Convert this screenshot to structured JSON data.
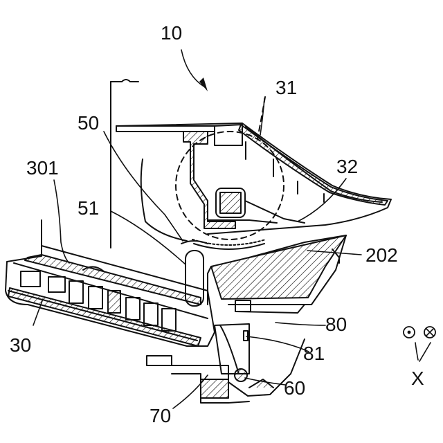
{
  "labels": {
    "l10": "10",
    "l31": "31",
    "l50": "50",
    "l301": "301",
    "l32": "32",
    "l51": "51",
    "l202": "202",
    "l80": "80",
    "l30": "30",
    "l81": "81",
    "l60": "60",
    "l70": "70",
    "lX": "X"
  },
  "colors": {
    "line": "#111111",
    "background": "#ffffff"
  },
  "icons": {
    "direction_out": "circle-dot-icon",
    "direction_in": "circle-cross-icon"
  }
}
